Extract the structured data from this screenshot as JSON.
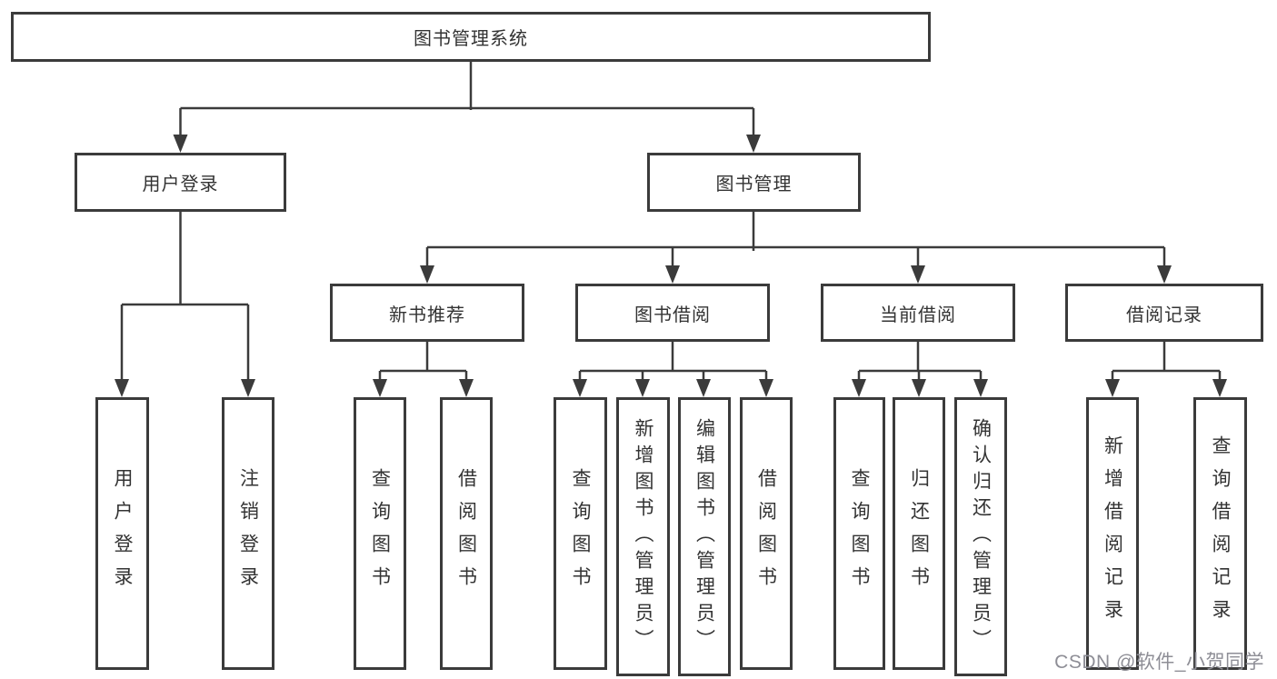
{
  "tree": {
    "label": "图书管理系统",
    "children": [
      {
        "label": "用户登录",
        "children": [
          {
            "label": "用户登录"
          },
          {
            "label": "注销登录"
          }
        ]
      },
      {
        "label": "图书管理",
        "children": [
          {
            "label": "新书推荐",
            "children": [
              {
                "label": "查询图书"
              },
              {
                "label": "借阅图书"
              }
            ]
          },
          {
            "label": "图书借阅",
            "children": [
              {
                "label": "查询图书"
              },
              {
                "label": "新增图书（管理员）"
              },
              {
                "label": "编辑图书（管理员）"
              },
              {
                "label": "借阅图书"
              }
            ]
          },
          {
            "label": "当前借阅",
            "children": [
              {
                "label": "查询图书"
              },
              {
                "label": "归还图书"
              },
              {
                "label": "确认归还（管理员）"
              }
            ]
          },
          {
            "label": "借阅记录",
            "children": [
              {
                "label": "新增借阅记录"
              },
              {
                "label": "查询借阅记录"
              }
            ]
          }
        ]
      }
    ]
  },
  "watermark": {
    "text": "CSDN @软件_小贺同学"
  },
  "colors": {
    "line": "#3b3b3b",
    "text": "#333333",
    "background": "#ffffff",
    "watermark": "#8e8e96"
  }
}
